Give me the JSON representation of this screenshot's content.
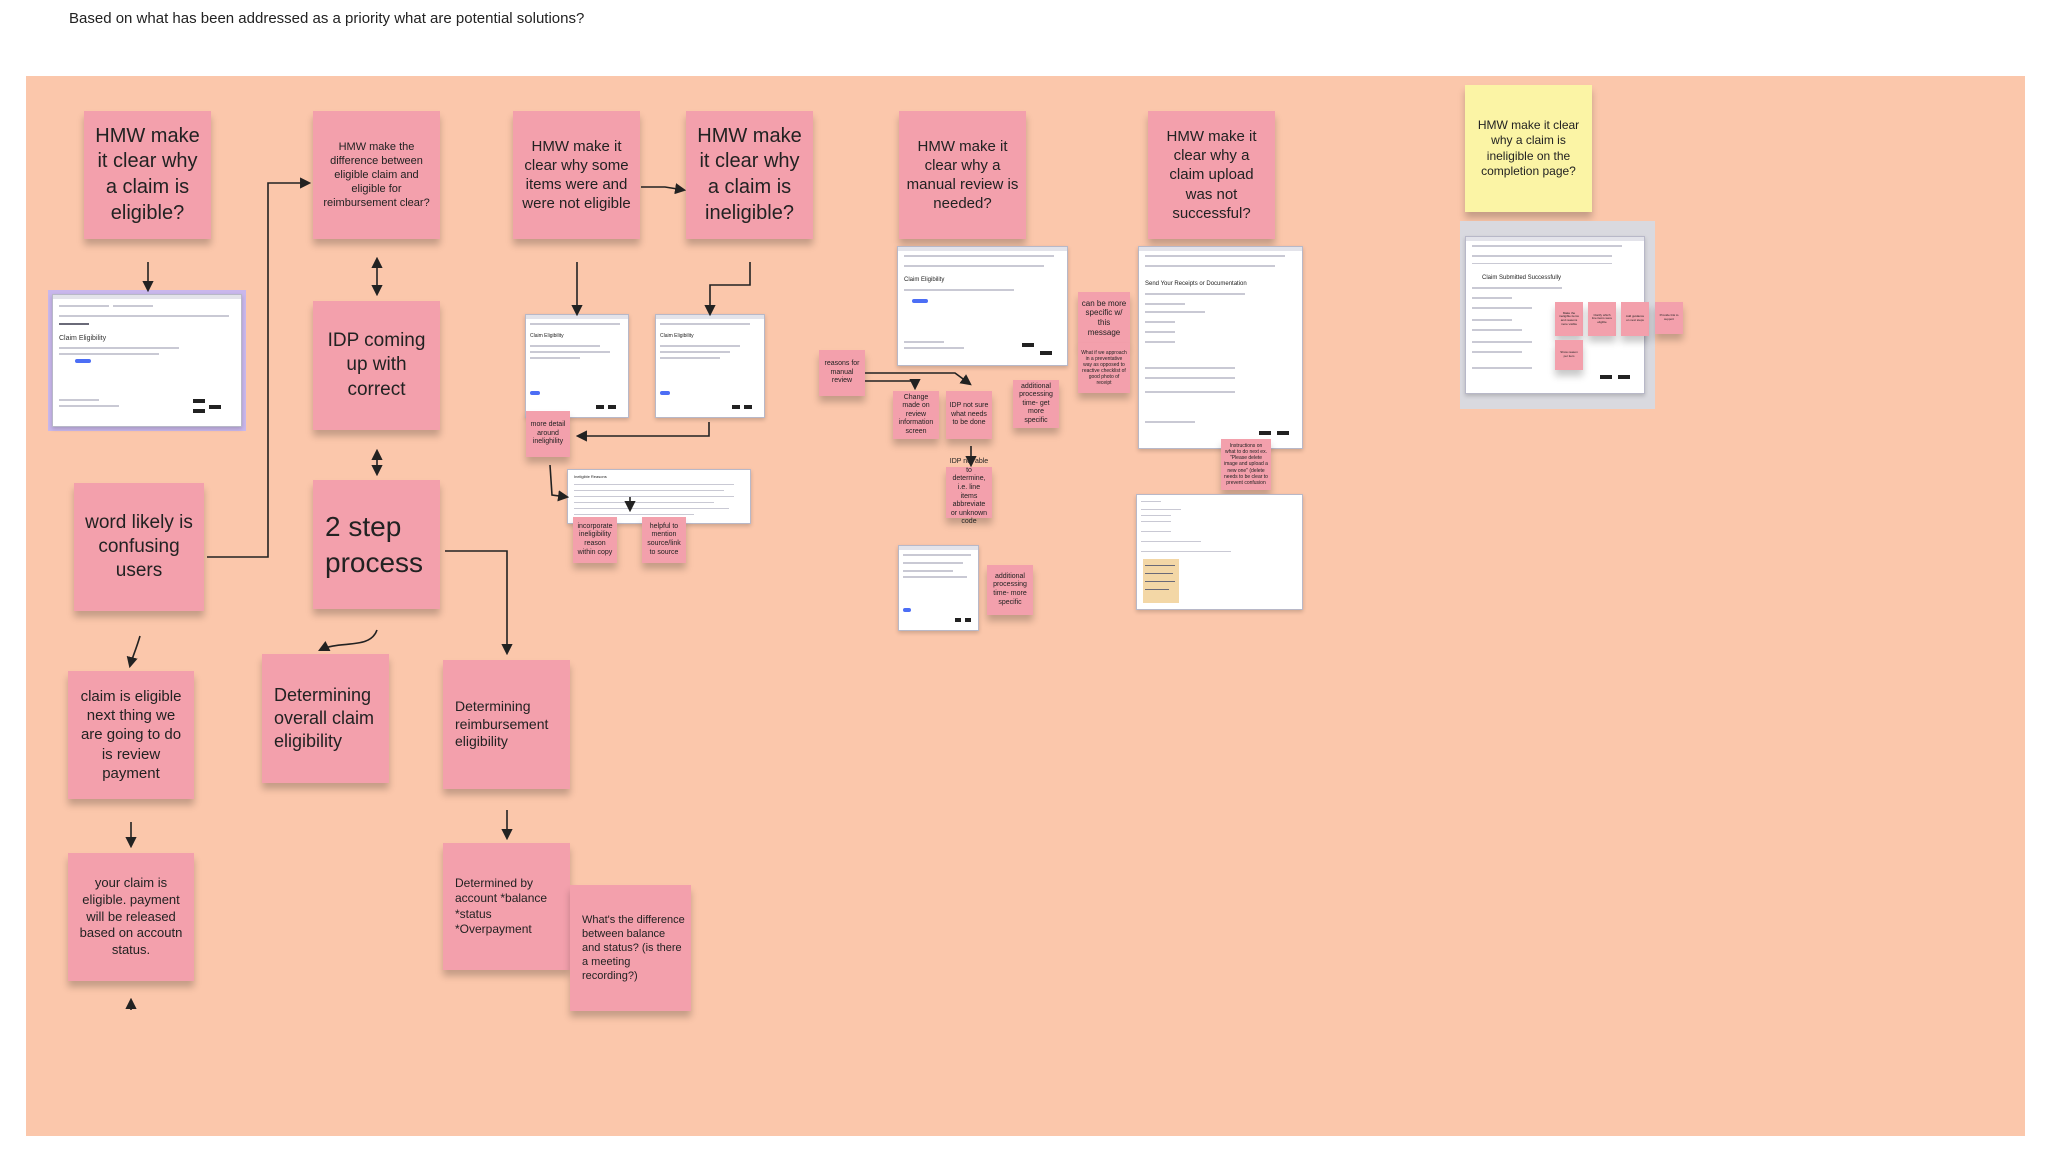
{
  "page": {
    "title": "Based on what has been addressed as a priority what are potential solutions?"
  },
  "notes": {
    "hmw_eligible": "HMW make it clear why a claim is eligible?",
    "hmw_difference": "HMW make the difference between eligible claim and eligible for reimbursement clear?",
    "hmw_some_items": "HMW make it clear why some items were and were not eligible",
    "hmw_ineligible": "HMW make it clear why a claim is ineligible?",
    "hmw_manual_review": "HMW make it clear why a manual review is needed?",
    "hmw_upload": "HMW make it clear why a claim upload was not successful?",
    "hmw_completion": "HMW make it clear why a claim is ineligible on the completion page?",
    "idp_correct": "IDP coming up with correct",
    "two_step": "2 step process",
    "word_confusing": "word likely is confusing users",
    "claim_eligible_next": "claim is eligible next thing we are going to do is review payment",
    "your_claim_eligible": "your claim is eligible. payment will be released based on accoutn status.",
    "determining_overall": "Determining overall claim eligibility",
    "determining_reimbursement": "Determining reimbursement eligibility",
    "determined_by_account": "Determined by account *balance *status *Overpayment",
    "whats_difference": "What's the difference between balance and status? (is there a meeting recording?)",
    "more_detail": "more detail around inelighility",
    "incorporate": "incorporate ineligibility reason within copy",
    "helpful_mention": "helpful to mention source/link to source",
    "reasons_manual": "reasons for manual review",
    "change_made": "Change made on review information screen",
    "idp_not_sure": "IDP not sure what needs to be done",
    "additional_processing_1": "additional processing time- get more specific",
    "can_be_more_specific": "can be more specific w/ this message",
    "alight_approach": "What if we approach in a preventative way as opposed to reactive checklist of good photo of receipt",
    "idp_not_able": "IDP not able to determine, i.e. line items abbreviate or unknown code",
    "additional_processing_2": "additional processing time- more specific",
    "instructions": "Instructions on what to do next ex. \"Please delete image and upload a new one\" (delete needs to be clear to prevent confusion",
    "mini_1": "Make the ineligible items and reasons more visible",
    "mini_2": "Clarify which line items were eligible",
    "mini_3": "Add guidance on next steps",
    "mini_4": "Provide link to support",
    "mini_5": "Show reason per item"
  },
  "screens": {
    "claim_eligibility": "Claim Eligibility",
    "claim_eligibility_small": "Claim Eligibility",
    "send_receipts": "Send Your Receipts or Documentation",
    "claim_submitted": "Claim Submitted Successfully",
    "ineligible_reasons": "Ineligible Reasons"
  },
  "colors": {
    "board": "#fbc7ab",
    "sticky_pink": "#f3a0ac",
    "sticky_yellow": "#fbf4a5"
  }
}
